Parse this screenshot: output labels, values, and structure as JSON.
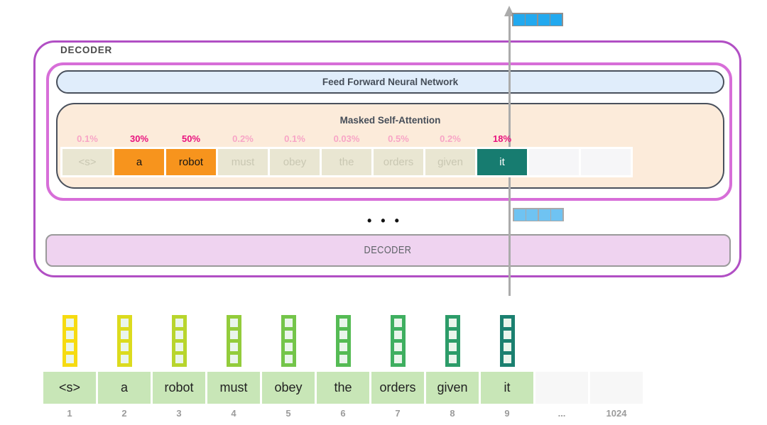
{
  "decoder_block": {
    "label": "DECODER"
  },
  "ffnn": {
    "label": "Feed Forward Neural Network"
  },
  "attention": {
    "label": "Masked Self-Attention",
    "tokens": [
      {
        "text": "<s>",
        "pct": "0.1%",
        "state": "faded"
      },
      {
        "text": "a",
        "pct": "30%",
        "state": "selected-orange"
      },
      {
        "text": "robot",
        "pct": "50%",
        "state": "selected-orange"
      },
      {
        "text": "must",
        "pct": "0.2%",
        "state": "faded"
      },
      {
        "text": "obey",
        "pct": "0.1%",
        "state": "faded"
      },
      {
        "text": "the",
        "pct": "0.03%",
        "state": "faded"
      },
      {
        "text": "orders",
        "pct": "0.5%",
        "state": "faded"
      },
      {
        "text": "given",
        "pct": "0.2%",
        "state": "faded"
      },
      {
        "text": "it",
        "pct": "18%",
        "state": "current-teal"
      },
      {
        "text": "",
        "pct": "",
        "state": "empty"
      },
      {
        "text": "",
        "pct": "",
        "state": "empty"
      }
    ],
    "score_color_faded": "#f8a5c6",
    "score_color_strong": "#e9127e",
    "highlight_orange": "#f7941d",
    "highlight_teal": "#177c70"
  },
  "ellipsis": "• • •",
  "decoder_bar": {
    "label": "DECODER"
  },
  "bottom": {
    "tokens": [
      {
        "text": "<s>",
        "index": "1",
        "state": "green"
      },
      {
        "text": "a",
        "index": "2",
        "state": "green"
      },
      {
        "text": "robot",
        "index": "3",
        "state": "green"
      },
      {
        "text": "must",
        "index": "4",
        "state": "green"
      },
      {
        "text": "obey",
        "index": "5",
        "state": "green"
      },
      {
        "text": "the",
        "index": "6",
        "state": "green"
      },
      {
        "text": "orders",
        "index": "7",
        "state": "green"
      },
      {
        "text": "given",
        "index": "8",
        "state": "green"
      },
      {
        "text": "it",
        "index": "9",
        "state": "green"
      },
      {
        "text": "",
        "index": "...",
        "state": "empty"
      },
      {
        "text": "",
        "index": "1024",
        "state": "empty"
      }
    ],
    "token_fill": "#c8e6b7"
  },
  "embeddings": {
    "cells_per_vector": 4,
    "cell_fill": "#eaf5ec",
    "colors": [
      "#f6db11",
      "#dcdb1e",
      "#b8d52d",
      "#93cc3b",
      "#74c54a",
      "#55bb54",
      "#3faf60",
      "#2c9c69",
      "#1b8070"
    ]
  },
  "vectors": {
    "top": {
      "cells": 4,
      "fill": "#22a9ef"
    },
    "middle": {
      "cells": 4,
      "fill": "#6fc3f2"
    }
  },
  "colors": {
    "outer_box_border": "#b14fc4",
    "inner_box_border": "#d76ed8",
    "ffnn_fill": "#e0edfb",
    "attention_fill": "#fcebda",
    "block_border": "#49505c",
    "decoder_bar_fill": "#efd3f0",
    "arrow": "#ababab"
  }
}
